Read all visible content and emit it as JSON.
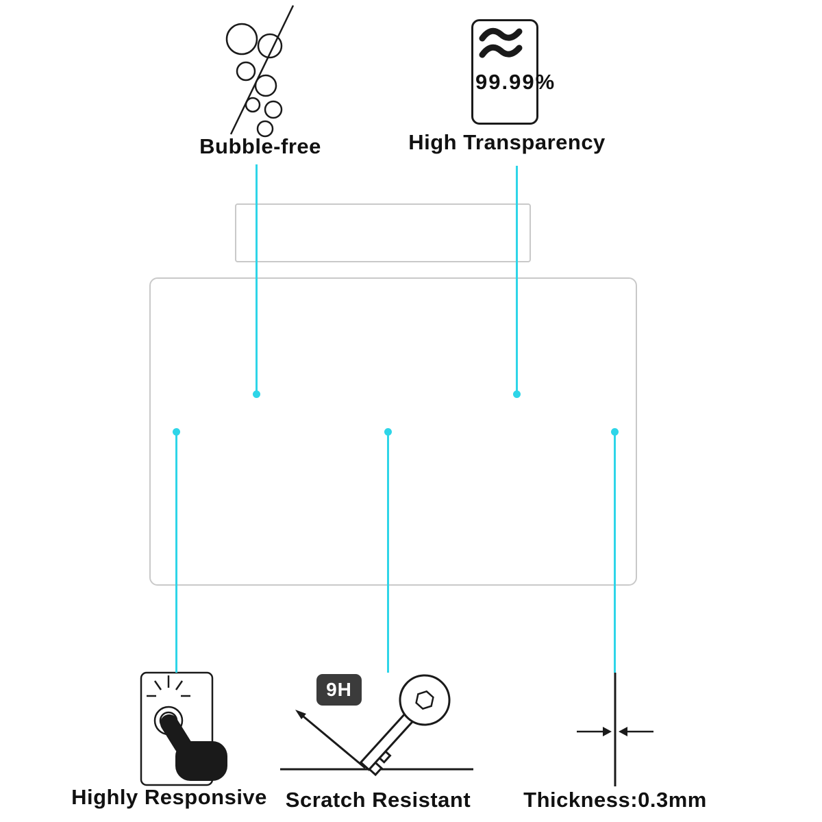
{
  "labels": {
    "bubble_free": "Bubble-free",
    "high_transparency": "High Transparency",
    "transparency_value": "99.99%",
    "highly_responsive": "Highly Responsive",
    "scratch_resistant": "Scratch Resistant",
    "hardness": "9H",
    "thickness": "Thickness:0.3mm"
  },
  "colors": {
    "callout_cyan": "#2ed5e8",
    "device_outline": "#c9c9c9",
    "badge_dark": "#3b3b3b",
    "ink": "#1a1a1a"
  },
  "icons": {
    "bubbles": "bubbles-icon: cluster of outline bubbles crossed by a diagonal strike line",
    "transparency": "transparency-icon: rounded card with two bold wave strokes and percentage value",
    "finger_press": "finger-press-icon: black finger silhouette tapping a glowing round button on a panel",
    "key_scratch": "key-scratch-icon: outline key striking a surface with deflection arrow",
    "thickness_arrows": "thickness-arrows-icon: two horizontal arrows pointing at a thin vertical edge"
  }
}
